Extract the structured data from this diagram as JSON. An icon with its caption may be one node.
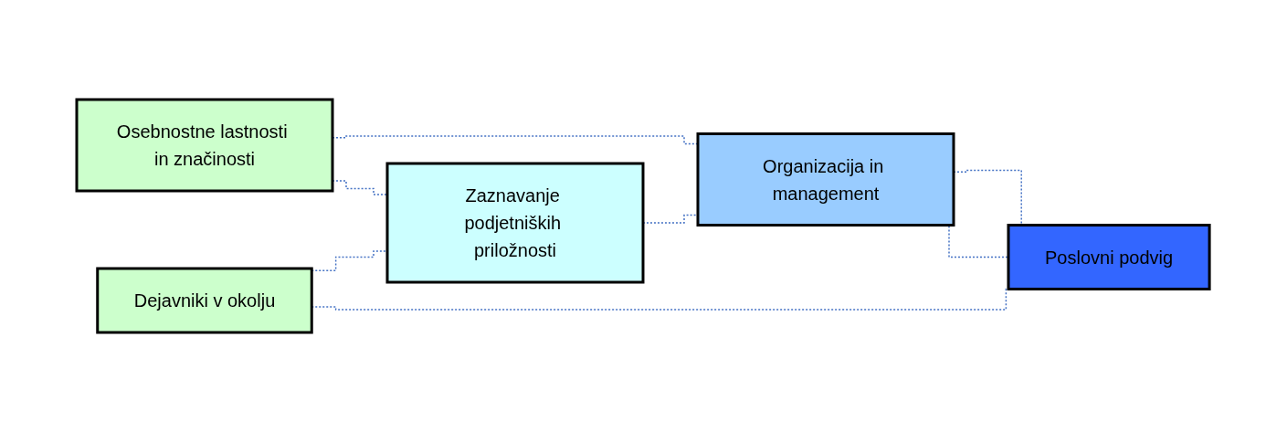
{
  "diagram": {
    "nodes": [
      {
        "text": [
          "Osebnostne lastnosti in značinosti"
        ]
      },
      {
        "text": [
          "Dejavniki v okolju"
        ]
      },
      {
        "text": [
          "Zaznavanje podjetniških priložnosti"
        ]
      },
      {
        "text": [
          "Organizacija in management"
        ]
      },
      {
        "text": [
          "Poslovni podvig"
        ]
      }
    ],
    "edges": [
      {
        "from": 0,
        "to": 3,
        "arrow": "none",
        "style": "dashed"
      },
      {
        "from": 0,
        "to": 2,
        "arrow": "none",
        "style": "dashed"
      },
      {
        "from": 1,
        "to": 2,
        "arrow": "none",
        "style": "dashed"
      },
      {
        "from": 2,
        "to": 3,
        "arrow": "none",
        "style": "dashed"
      },
      {
        "from": 3,
        "to": 4,
        "arrow": "none",
        "style": "dashed"
      },
      {
        "from": 1,
        "to": 4,
        "arrow": "none",
        "style": "dashed"
      },
      {
        "from": 3,
        "to": 4,
        "arrow": "none",
        "style": "dashed"
      }
    ]
  }
}
